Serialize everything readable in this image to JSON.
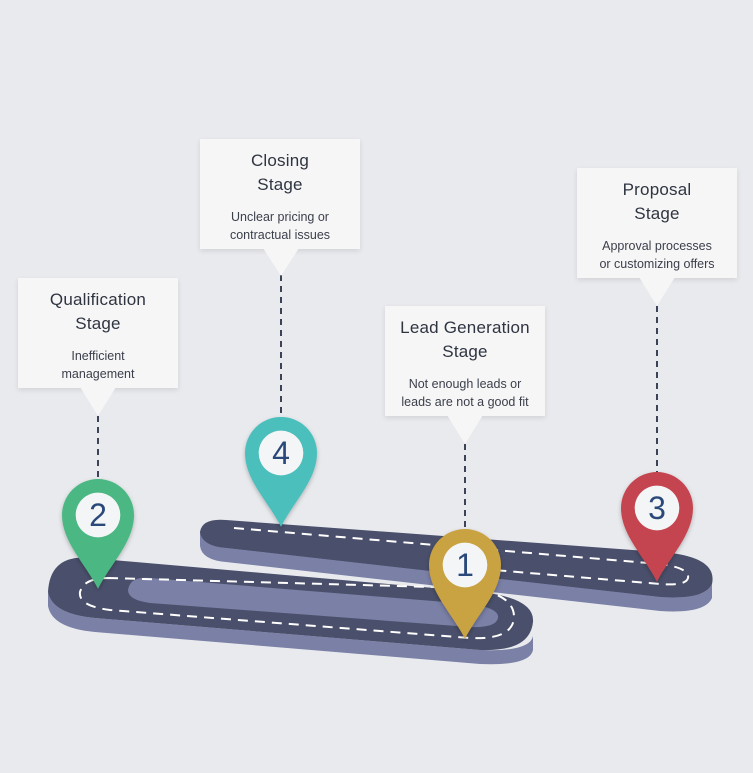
{
  "stages": [
    {
      "id": "closing",
      "number": "4",
      "title_lines": [
        "Closing",
        "Stage"
      ],
      "desc_lines": [
        "Unclear pricing or",
        "contractual issues"
      ],
      "color": "#4bbfbc"
    },
    {
      "id": "proposal",
      "number": "3",
      "title_lines": [
        "Proposal",
        "Stage"
      ],
      "desc_lines": [
        "Approval processes",
        "or customizing offers"
      ],
      "color": "#c4454f"
    },
    {
      "id": "qualification",
      "number": "2",
      "title_lines": [
        "Qualification",
        "Stage"
      ],
      "desc_lines": [
        "Inefficient",
        "management"
      ],
      "color": "#4cb883"
    },
    {
      "id": "lead-generation",
      "number": "1",
      "title_lines": [
        "Lead Generation",
        "Stage"
      ],
      "desc_lines": [
        "Not enough leads or",
        "leads are not a good fit"
      ],
      "color": "#c9a243"
    }
  ],
  "colors": {
    "background": "#e9eaee",
    "road_top": "#4a4f6b",
    "road_side": "#7a80a6",
    "road_dash": "#ffffff",
    "card_bg": "#f6f6f7",
    "connector": "#3c4257",
    "pin_number": "#2b4a7a"
  }
}
